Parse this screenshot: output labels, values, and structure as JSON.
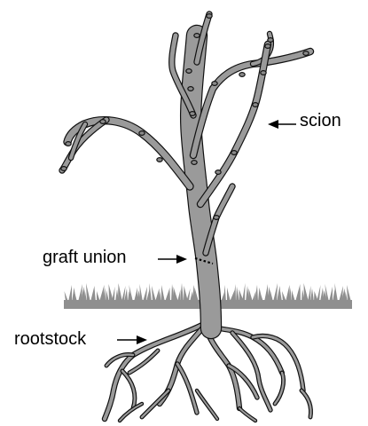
{
  "labels": {
    "scion": "scion",
    "graft_union": "graft union",
    "rootstock": "rootstock"
  },
  "colors": {
    "trunk_fill": "#9a9a9a",
    "outline": "#111111",
    "ground": "#8f8f8f",
    "text": "#000000"
  }
}
